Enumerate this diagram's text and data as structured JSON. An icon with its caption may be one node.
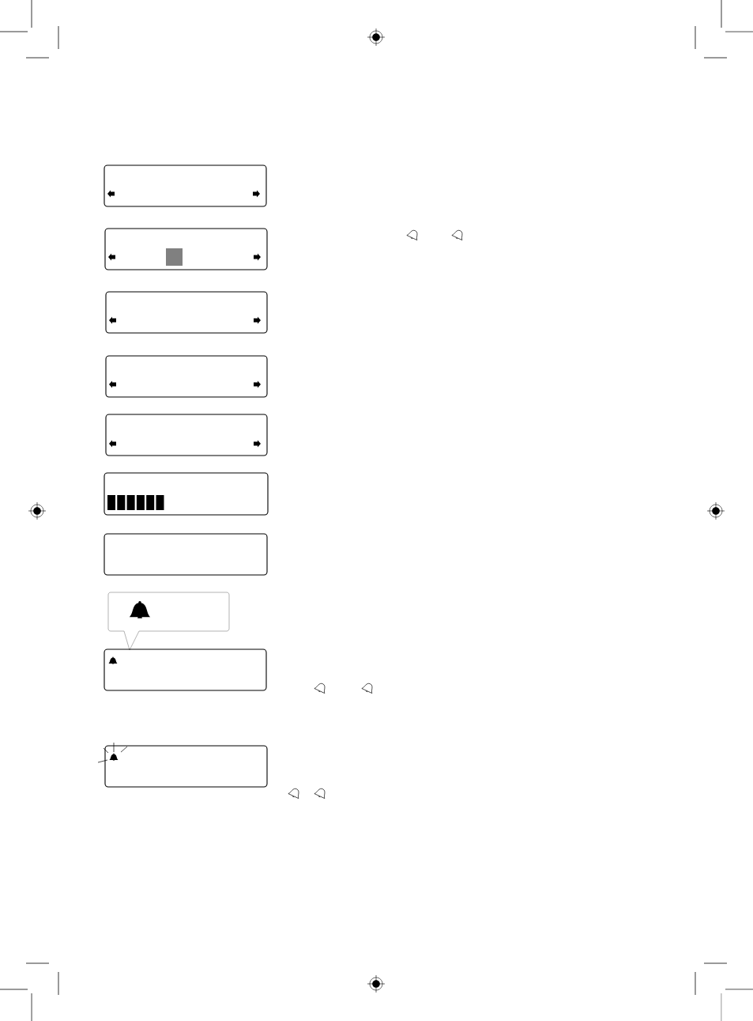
{
  "diagram": {
    "nodes": [
      {
        "text": [],
        "shape": "box"
      },
      {
        "text": [],
        "shape": "box"
      },
      {
        "text": [],
        "shape": "box"
      },
      {
        "text": [],
        "shape": "box"
      },
      {
        "text": [],
        "shape": "box"
      },
      {
        "text": [],
        "shape": "box"
      },
      {
        "text": [],
        "shape": "box"
      },
      {
        "text": [],
        "shape": "callout"
      },
      {
        "text": [],
        "shape": "box"
      },
      {
        "text": [],
        "shape": "box"
      }
    ]
  }
}
